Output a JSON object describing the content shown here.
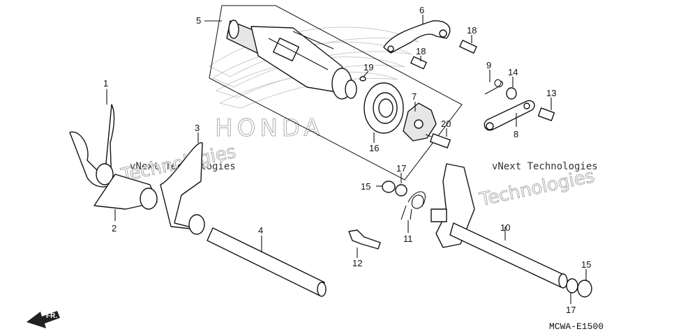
{
  "diagram": {
    "code": "MCWA-E1500",
    "direction_label": "FR.",
    "brand_watermark": "HONDA",
    "watermarks": [
      {
        "line1": "vNext Technologies",
        "line2": "Technologies"
      },
      {
        "line1": "vNext Technologies",
        "line2": "Technologies"
      }
    ],
    "callouts": [
      "1",
      "2",
      "3",
      "4",
      "5",
      "6",
      "7",
      "8",
      "9",
      "10",
      "11",
      "12",
      "13",
      "14",
      "15",
      "15",
      "16",
      "17",
      "17",
      "18",
      "18",
      "19",
      "20"
    ]
  }
}
